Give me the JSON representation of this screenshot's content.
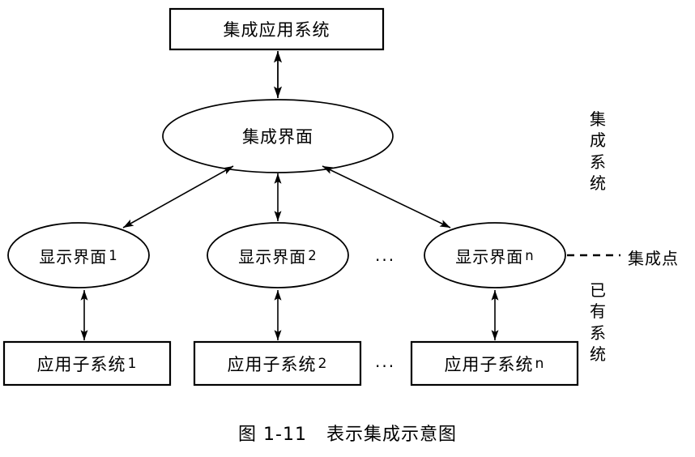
{
  "figure": {
    "caption_number": "图 1-11",
    "caption_title": "表示集成示意图"
  },
  "nodes": {
    "top_box": {
      "label": "集成应用系统"
    },
    "integration_ellipse": {
      "label": "集成界面"
    },
    "display_ellipses": [
      {
        "label": "显示界面",
        "suffix": "1"
      },
      {
        "label": "显示界面",
        "suffix": "2"
      },
      {
        "label": "显示界面",
        "suffix": "n"
      }
    ],
    "subsystem_boxes": [
      {
        "label": "应用子系统",
        "suffix": "1"
      },
      {
        "label": "应用子系统",
        "suffix": "2"
      },
      {
        "label": "应用子系统",
        "suffix": "n"
      }
    ]
  },
  "annotations": {
    "integration_system": "集成系统",
    "integration_point": "集成点",
    "existing_system": "已有系统",
    "ellipsis_upper": "...",
    "ellipsis_lower": "..."
  },
  "style": {
    "stroke": "#000000",
    "background": "#ffffff"
  }
}
